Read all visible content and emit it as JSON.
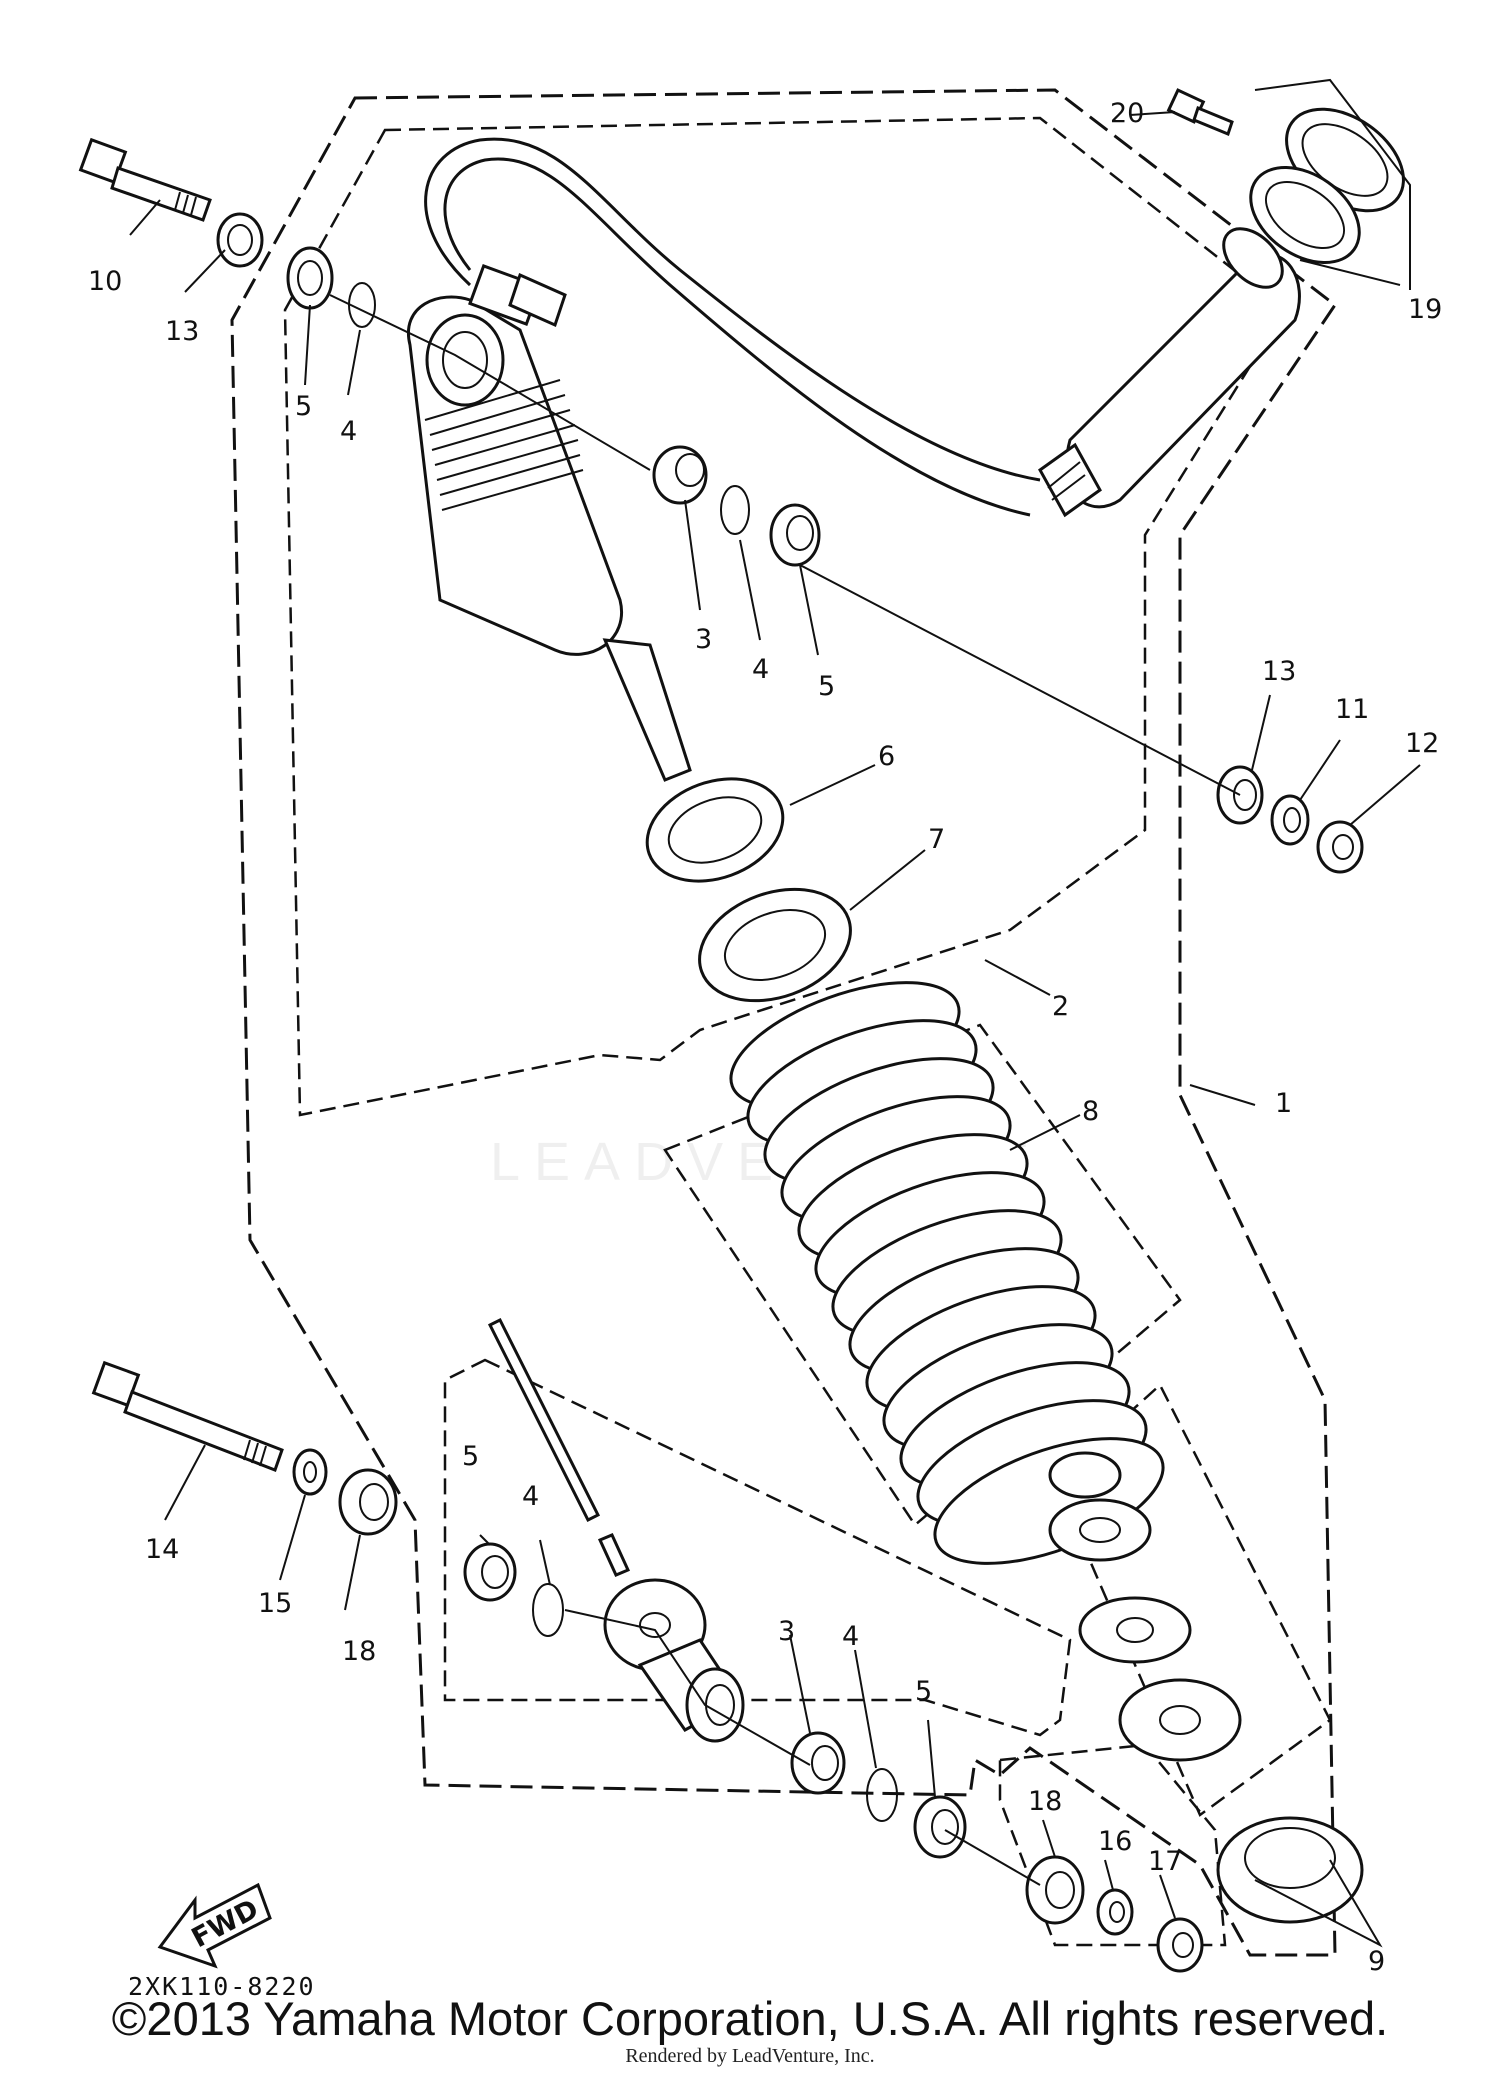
{
  "labels": {
    "l1": "1",
    "l2": "2",
    "l3a": "3",
    "l3b": "3",
    "l4a": "4",
    "l4b": "4",
    "l4c": "4",
    "l4d": "4",
    "l5a": "5",
    "l5b": "5",
    "l5c": "5",
    "l5d": "5",
    "l6": "6",
    "l7": "7",
    "l8": "8",
    "l9": "9",
    "l10": "10",
    "l11": "11",
    "l12": "12",
    "l13a": "13",
    "l13b": "13",
    "l14": "14",
    "l15": "15",
    "l16": "16",
    "l17": "17",
    "l18a": "18",
    "l18b": "18",
    "l19": "19",
    "l20": "20"
  },
  "fwd_label": "FWD",
  "diagram_code": "2XK110-8220",
  "watermark": "LEADVENTURE",
  "copyright": "©2013 Yamaha Motor Corporation, U.S.A. All rights reserved.",
  "rendered_by": "Rendered by LeadVenture, Inc."
}
